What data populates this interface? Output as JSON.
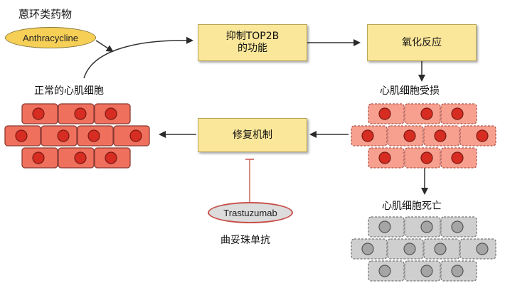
{
  "drug_anthracycline": {
    "cn_label": "蒽环类药物",
    "pill_label": "Anthracycline"
  },
  "process_boxes": {
    "top2b": {
      "line1": "抑制TOP2B",
      "line2": "的功能"
    },
    "oxidation": {
      "label": "氧化反应"
    },
    "repair": {
      "label": "修复机制"
    }
  },
  "cell_states": {
    "normal": "正常的心肌细胞",
    "damaged": "心肌细胞受损",
    "death": "心肌细胞死亡"
  },
  "drug_trastuzumab": {
    "pill_label": "Trastuzumab",
    "cn_label": "曲妥珠单抗"
  },
  "colors": {
    "box_fill": "#fbe79a",
    "normal_cell": "#f0705e",
    "damaged_cell": "#f7a08f",
    "dead_cell": "#cfcfcf",
    "nucleus": "#d72c22",
    "inhibit_line": "#c7504a"
  }
}
